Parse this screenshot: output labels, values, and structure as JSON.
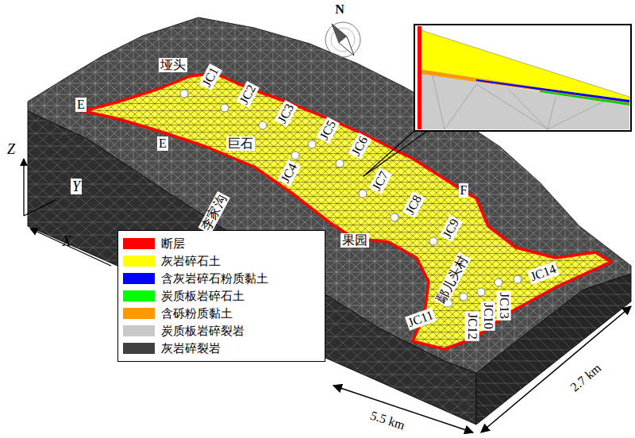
{
  "diagram": {
    "labels": [
      "N",
      "垭头",
      "E",
      "JC1",
      "JC2",
      "E",
      "JC3",
      "巨石",
      "JC5",
      "JC6",
      "Z",
      "Y",
      "JC4",
      "李家沟",
      "JC7",
      "F",
      "JC8",
      "X",
      "果园",
      "JC9",
      "鄢儿头村",
      "JC14",
      "JC11",
      "JC13",
      "JC10",
      "JC12",
      "5.5 km",
      "2.7 km"
    ],
    "legend": [
      {
        "text": "断层",
        "color": "#ff0000"
      },
      {
        "text": "灰岩碎石土",
        "color": "#ffff00"
      },
      {
        "text": "含灰岩碎石粉质黏土",
        "color": "#0000ff"
      },
      {
        "text": "炭质板岩碎石土",
        "color": "#00ff00"
      },
      {
        "text": "含砾粉质黏土",
        "color": "#ff9900"
      },
      {
        "text": "炭质板岩碎裂岩",
        "color": "#c8c8c8"
      },
      {
        "text": "灰岩碎裂岩",
        "color": "#404040"
      }
    ]
  }
}
